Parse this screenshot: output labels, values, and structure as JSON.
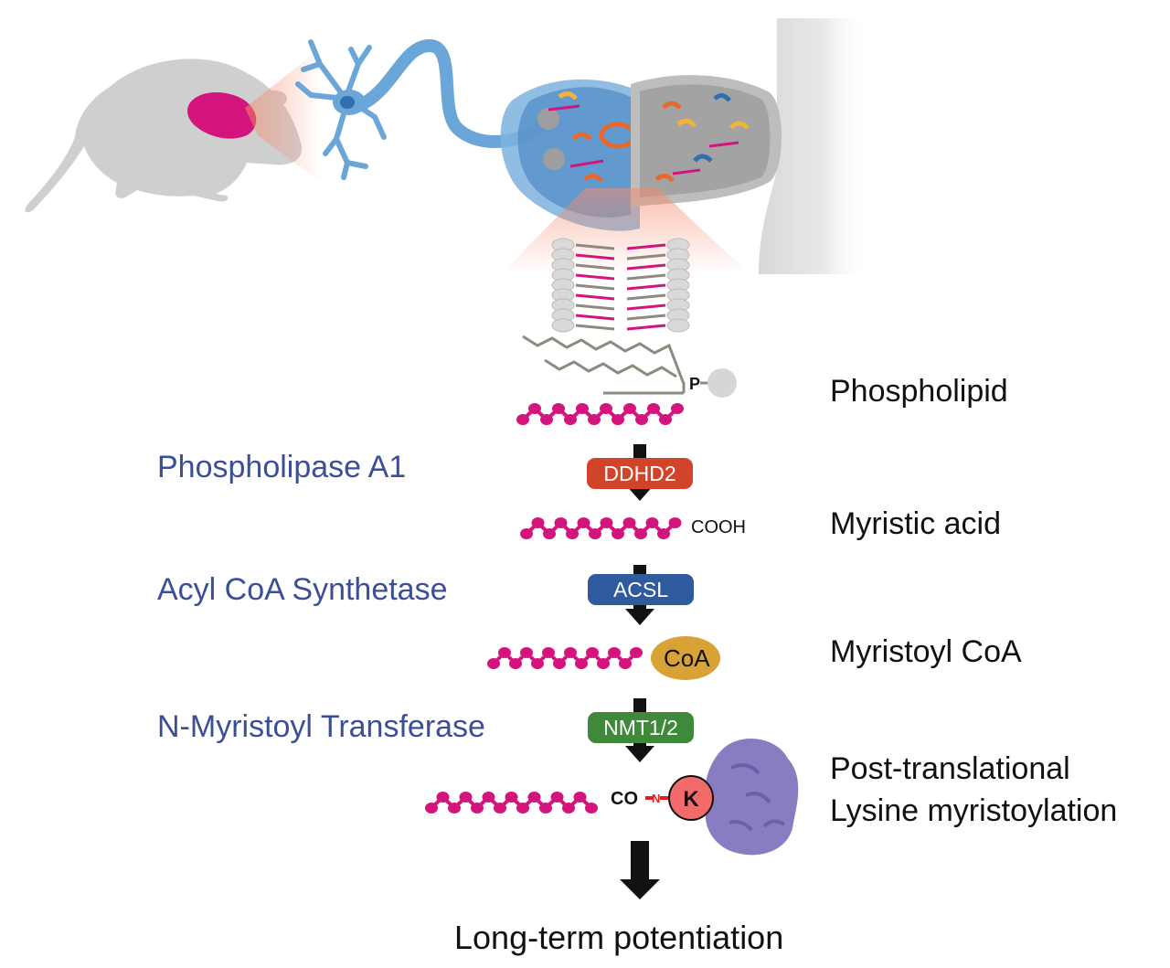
{
  "enzymes": {
    "pla1": "Phospholipase A1",
    "acs": "Acyl CoA Synthetase",
    "nmt": "N-Myristoyl Transferase"
  },
  "badges": {
    "ddhd2": "DDHD2",
    "acsl": "ACSL",
    "nmt12": "NMT1/2"
  },
  "products": {
    "phospholipid": "Phospholipid",
    "myristic_acid": "Myristic acid",
    "myristoyl_coa": "Myristoyl CoA",
    "ptm_line1": "Post-translational",
    "ptm_line2": "Lysine myristoylation"
  },
  "chem": {
    "phosphate": "P",
    "cooh": "COOH",
    "coa": "CoA",
    "co": "CO",
    "n": "N",
    "lysine": "K"
  },
  "outcome": "Long-term potentiation",
  "colors": {
    "enzyme_text": "#3c4f96",
    "ddhd2": "#d2442a",
    "acsl": "#2f5a9e",
    "nmt": "#3f8a3a",
    "chain": "#d4147d",
    "coa": "#d9a236",
    "protein": "#8a7cc0",
    "lysine": "#f26a6a",
    "neuron": "#6aa6d8",
    "rat": "#cfcfcf"
  }
}
